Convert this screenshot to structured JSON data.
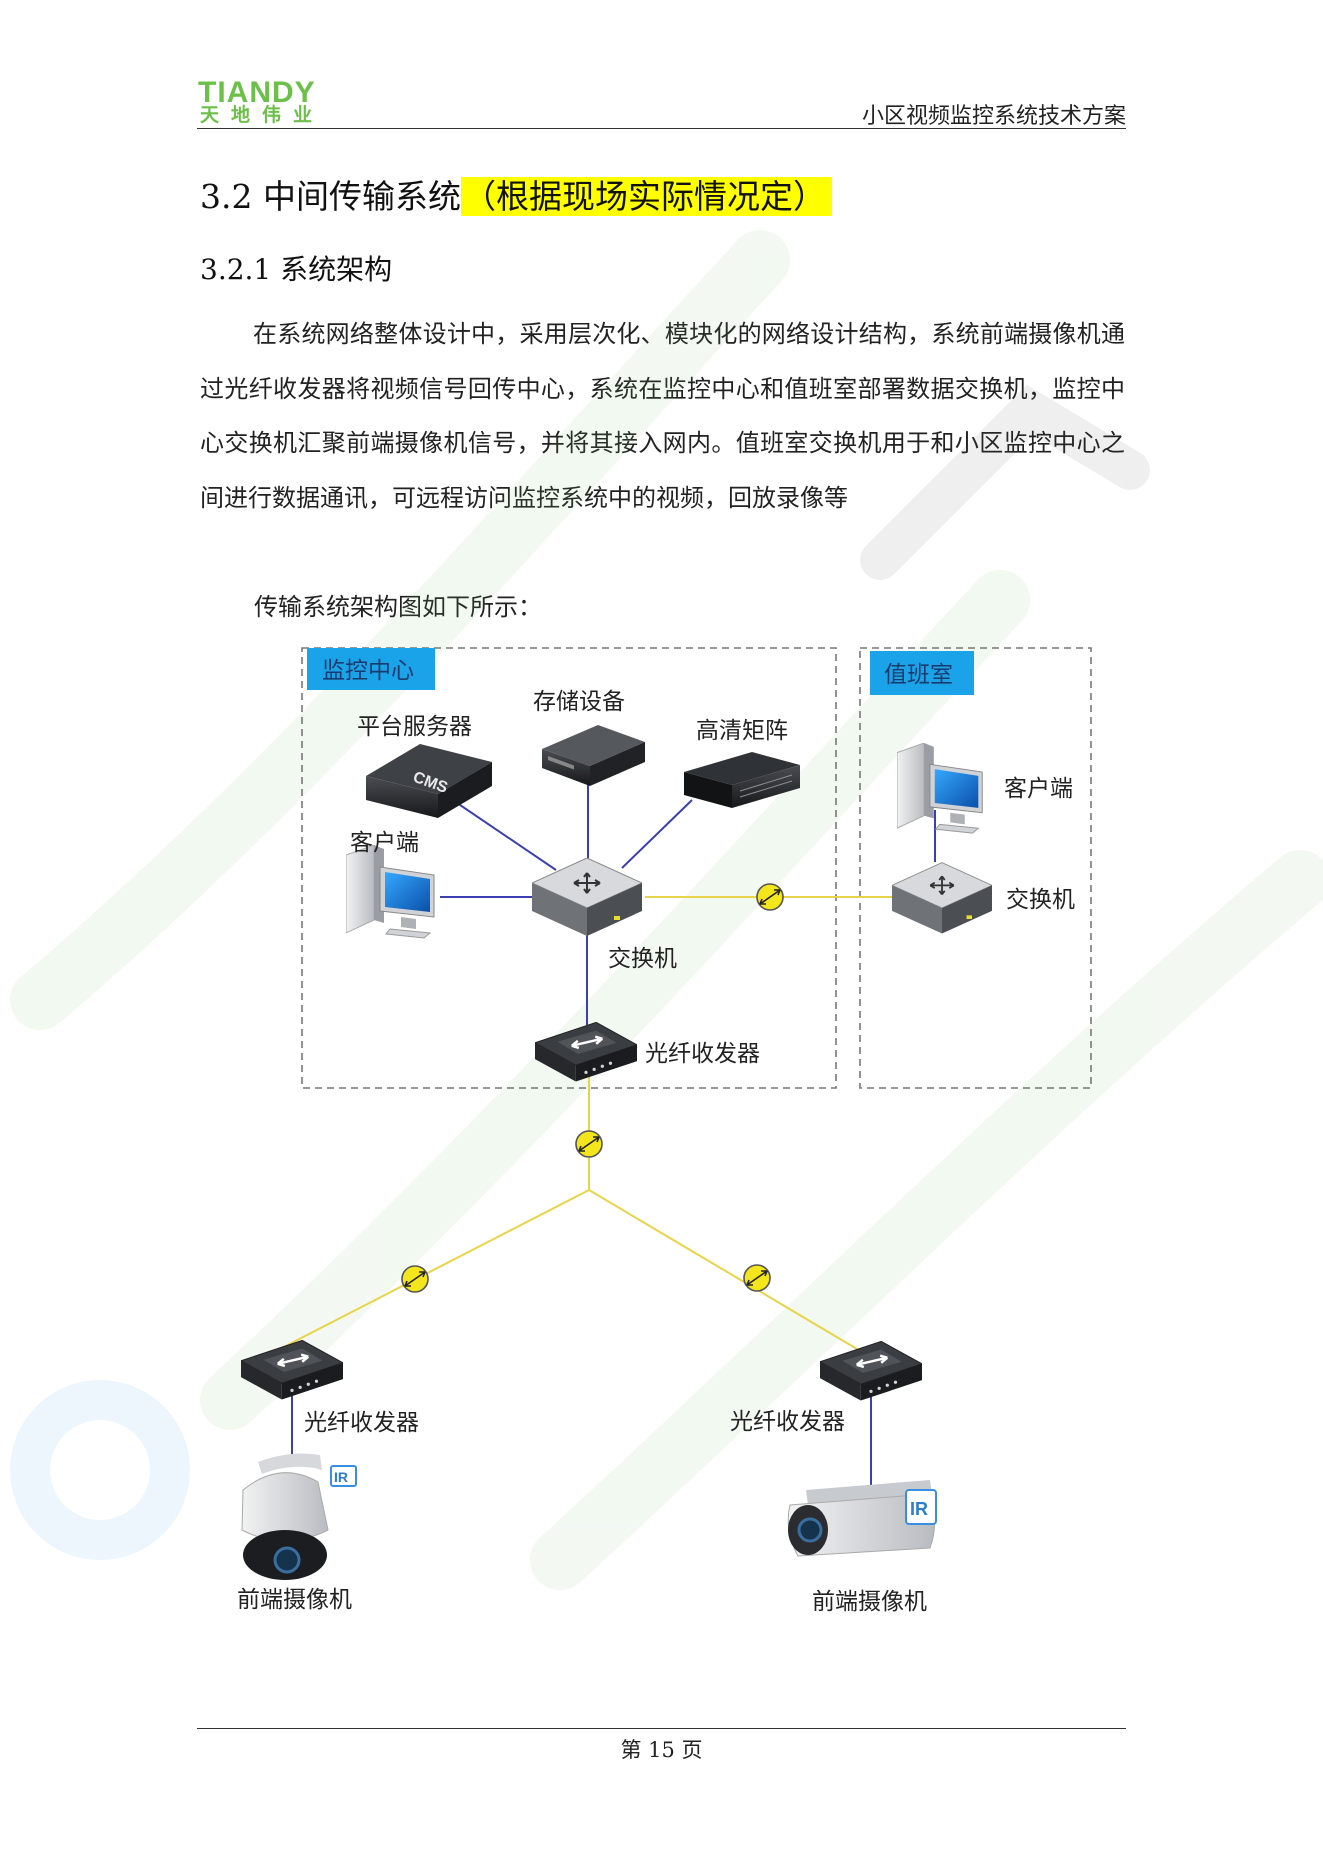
{
  "header": {
    "logo_en": "TIANDY",
    "logo_zh": "天地伟业",
    "doc_title": "小区视频监控系统技术方案"
  },
  "section": {
    "number": "3.2",
    "title": "中间传输系统",
    "highlight_note": "（根据现场实际情况定）"
  },
  "subsection": {
    "number": "3.2.1",
    "title": "系统架构"
  },
  "body": {
    "paragraph": "在系统网络整体设计中，采用层次化、模块化的网络设计结构，系统前端摄像机通过光纤收发器将视频信号回传中心，系统在监控中心和值班室部署数据交换机，监控中心交换机汇聚前端摄像机信号，并将其接入网内。值班室交换机用于和小区监控中心之间进行数据通讯，可远程访问监控系统中的视频，回放录像等",
    "diagram_caption": "传输系统架构图如下所示："
  },
  "diagram": {
    "zones": {
      "monitor_center": "监控中心",
      "duty_room": "值班室"
    },
    "labels": {
      "platform_server": "平台服务器",
      "storage": "存储设备",
      "hd_matrix": "高清矩阵",
      "client_center": "客户端",
      "switch_center": "交换机",
      "fiber_transceiver_center": "光纤收发器",
      "client_duty": "客户端",
      "switch_duty": "交换机",
      "fiber_transceiver_left": "光纤收发器",
      "fiber_transceiver_right": "光纤收发器",
      "camera_left": "前端摄像机",
      "camera_right": "前端摄像机"
    },
    "device_marks": {
      "server_badge": "CMS",
      "ir_badge_left": "IR",
      "ir_badge_right": "IR"
    },
    "colors": {
      "network_link": "#3b3fb0",
      "fiber_link": "#e8d44a",
      "zone_tag_bg": "#1aa3e8"
    }
  },
  "footer": {
    "page": "第 15 页"
  }
}
